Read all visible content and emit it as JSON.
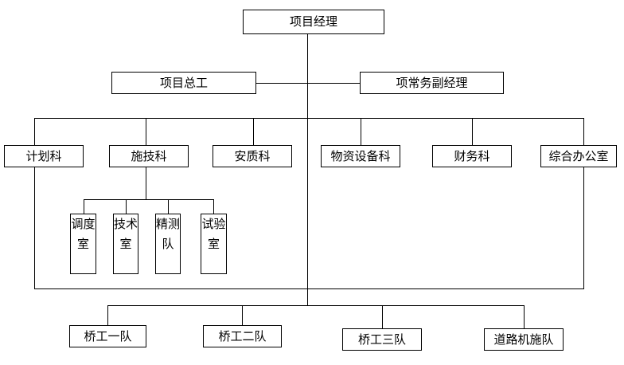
{
  "org_chart": {
    "root": {
      "label": "项目经理"
    },
    "deputies": [
      {
        "label": "项目总工"
      },
      {
        "label": "项常务副经理"
      }
    ],
    "departments": [
      {
        "label": "计划科"
      },
      {
        "label": "施技科"
      },
      {
        "label": "安质科"
      },
      {
        "label": "物资设备科"
      },
      {
        "label": "财务科"
      },
      {
        "label": "综合办公室"
      }
    ],
    "sub_offices": [
      {
        "label": "调度室"
      },
      {
        "label": "技术室"
      },
      {
        "label": "精测队"
      },
      {
        "label": "试验室"
      }
    ],
    "teams": [
      {
        "label": "桥工一队"
      },
      {
        "label": "桥工二队"
      },
      {
        "label": "桥工三队"
      },
      {
        "label": "道路机施队"
      }
    ],
    "colors": {
      "background": "#ffffff",
      "line": "#000000",
      "box_border": "#000000",
      "text": "#000000"
    }
  }
}
